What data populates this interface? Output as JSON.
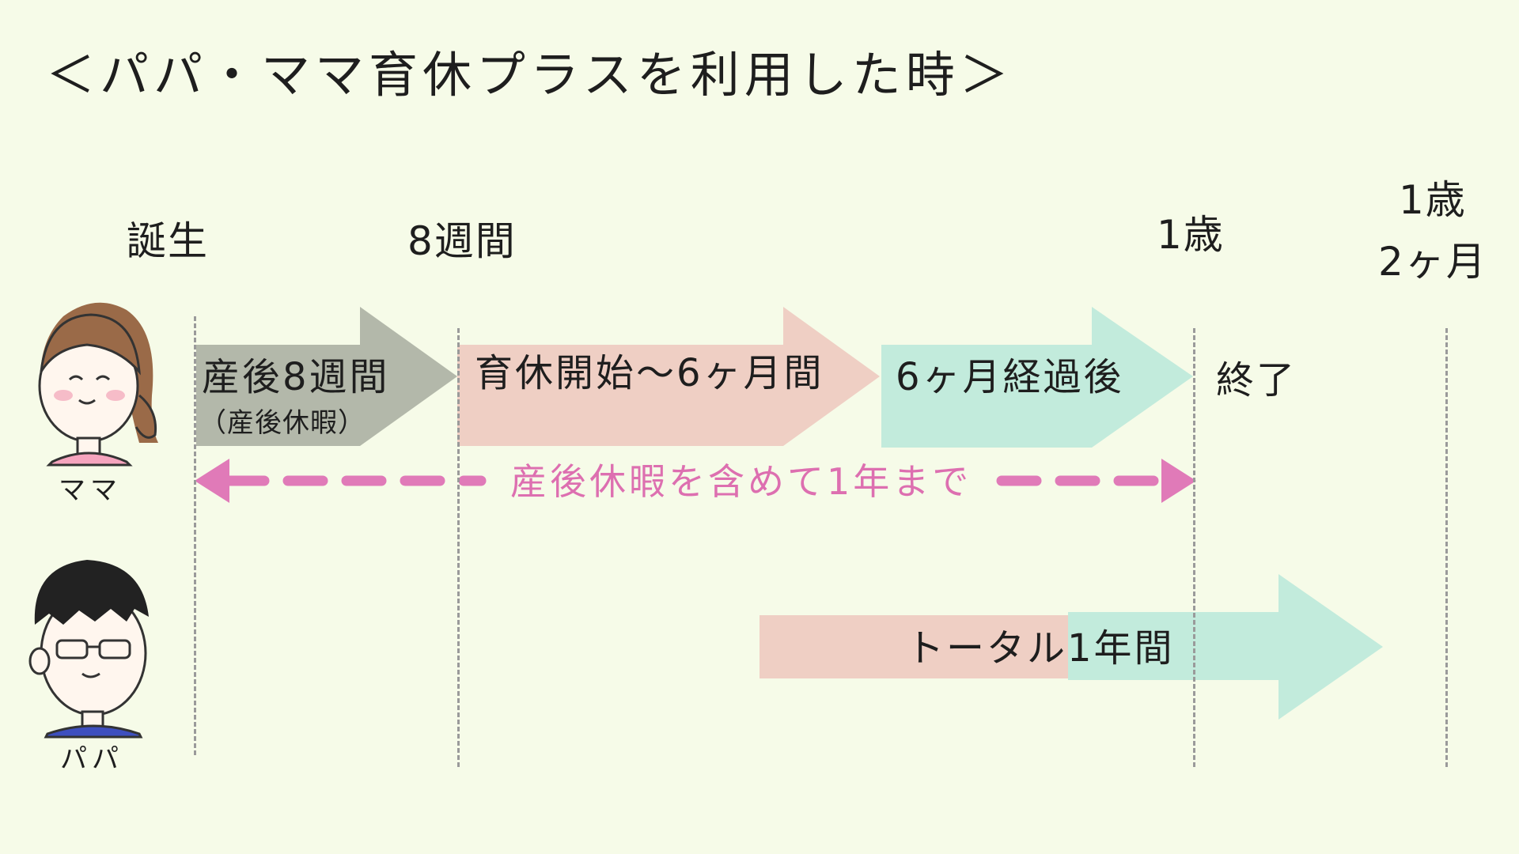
{
  "title": "＜パパ・ママ育休プラスを利用した時＞",
  "milestones": {
    "birth": "誕生",
    "eight_weeks": "8週間",
    "one_year": "1歳",
    "one_year_two_months_line1": "1歳",
    "one_year_two_months_line2": "2ヶ月"
  },
  "mama": {
    "label": "ママ",
    "segment1_label": "産後8週間",
    "segment1_sub": "（産後休暇）",
    "segment2_label": "育休開始〜6ヶ月間",
    "segment3_label": "6ヶ月経過後",
    "end_label": "終了"
  },
  "span_note": "産後休暇を含めて1年まで",
  "papa": {
    "label": "パパ",
    "bar_label": "トータル1年間"
  },
  "colors": {
    "background": "#f6fbe8",
    "segment1": "#b3b8aa",
    "segment2": "#efcfc4",
    "segment3": "#c2ebdc",
    "span_arrow": "#e07ab8",
    "dashed_line": "#9a9a9a"
  }
}
